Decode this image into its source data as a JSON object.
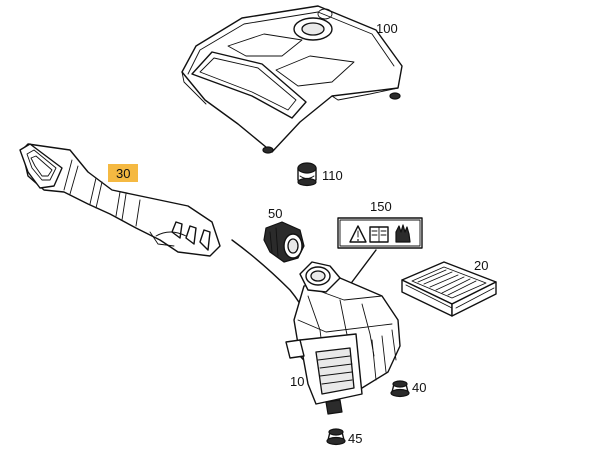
{
  "parts": {
    "p100": "100",
    "p110": "110",
    "p30": "30",
    "p50": "50",
    "p150": "150",
    "p20": "20",
    "p10": "10",
    "p40": "40",
    "p45": "45"
  },
  "colors": {
    "highlight": "#f5b942",
    "line": "#111111",
    "background": "#ffffff"
  },
  "icons": {
    "warning_label": [
      "warning-triangle-icon",
      "manual-book-icon",
      "glove-icon"
    ]
  }
}
